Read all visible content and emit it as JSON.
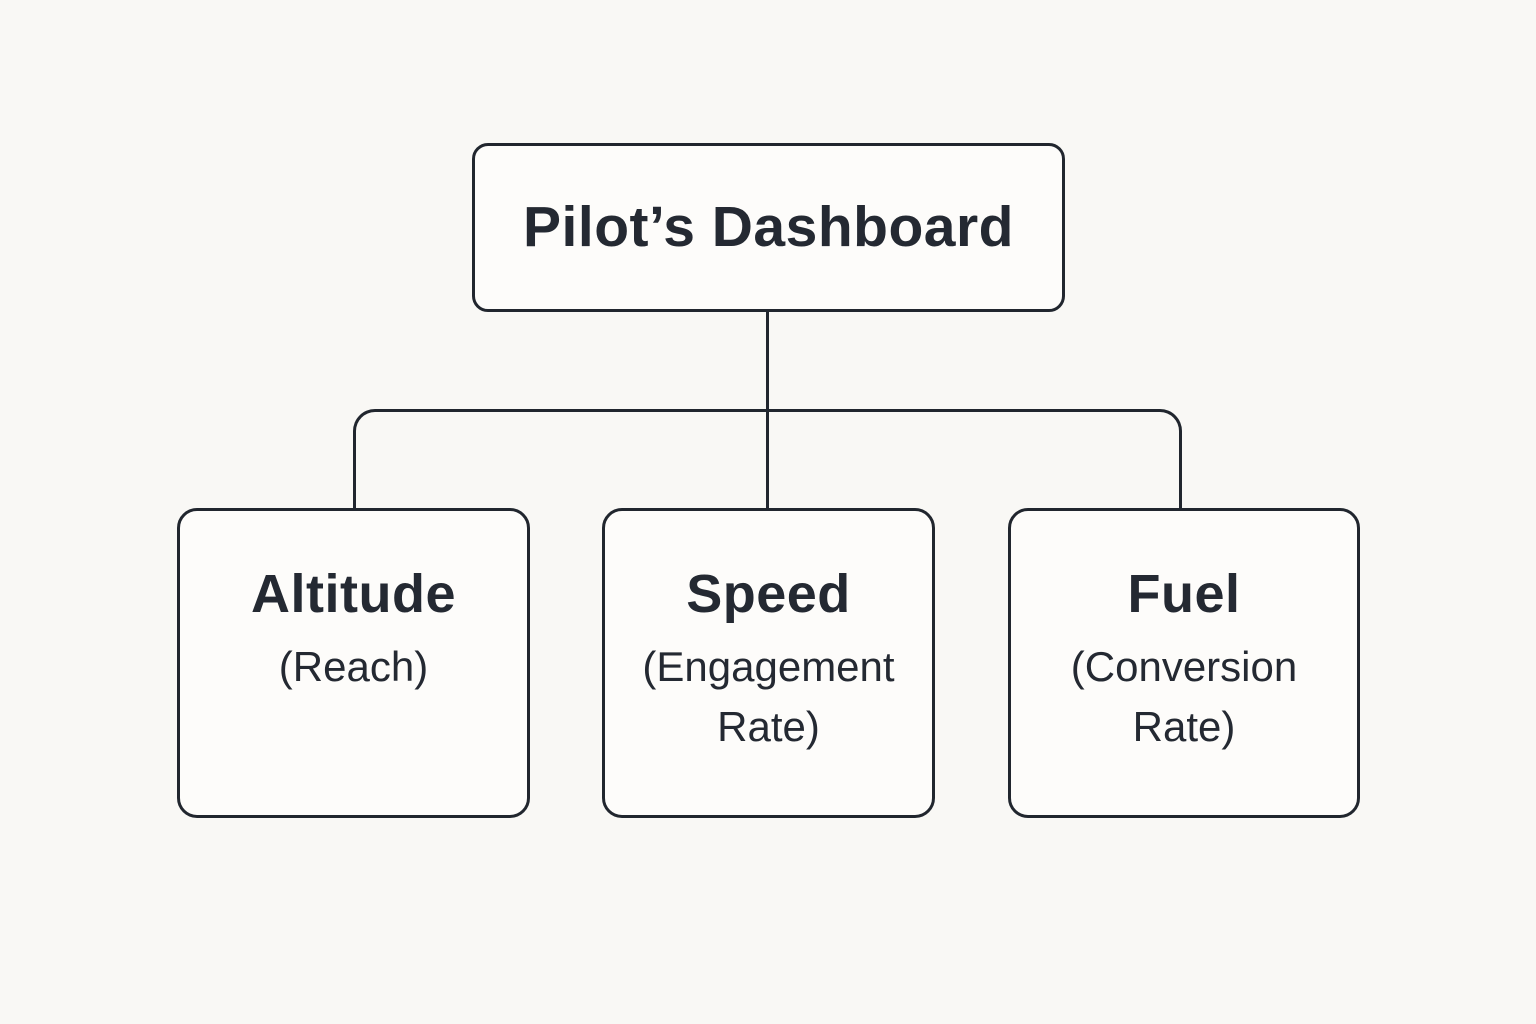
{
  "diagram": {
    "title": "Pilot’s Dashboard",
    "root": {
      "label": "Pilot’s Dashboard"
    },
    "children": [
      {
        "id": "altitude",
        "title": "Altitude",
        "subtitle": "(Reach)"
      },
      {
        "id": "speed",
        "title": "Speed",
        "subtitle": "(Engagement Rate)"
      },
      {
        "id": "fuel",
        "title": "Fuel",
        "subtitle": "(Conversion Rate)"
      }
    ],
    "colors": {
      "background": "#f9f8f5",
      "node_fill": "#fdfcfa",
      "stroke": "#21262e",
      "text": "#242932"
    }
  }
}
